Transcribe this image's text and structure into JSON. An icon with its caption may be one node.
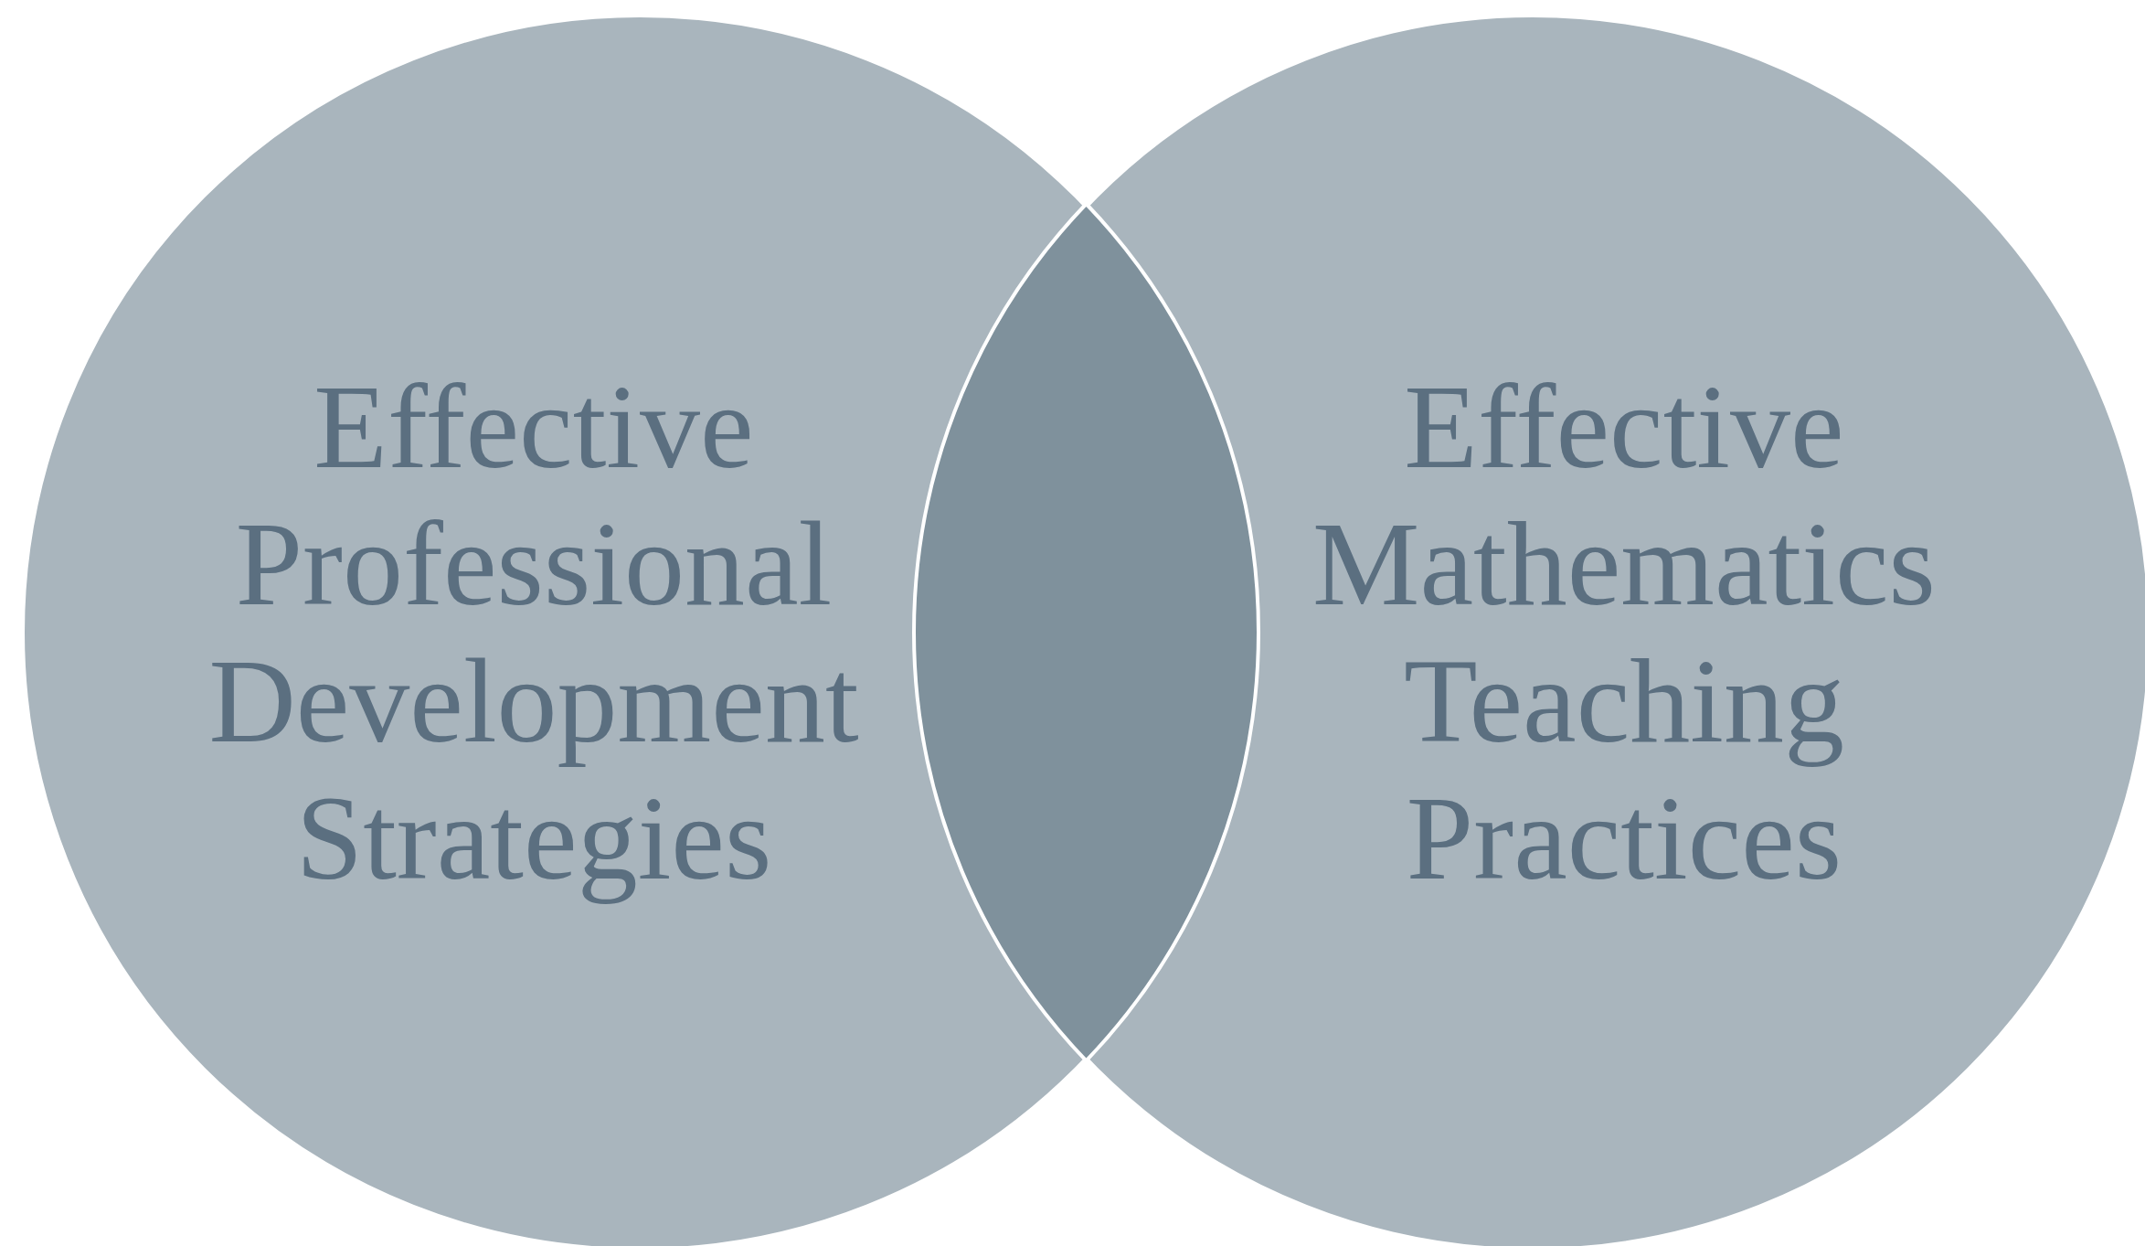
{
  "diagram": {
    "nodes": [
      {
        "text": [
          "Effective Professional Development Strategies"
        ]
      },
      {
        "text": [
          "Effective Mathematics Teaching Practices"
        ]
      },
      {
        "text": [],
        "shape": "lens"
      }
    ]
  }
}
